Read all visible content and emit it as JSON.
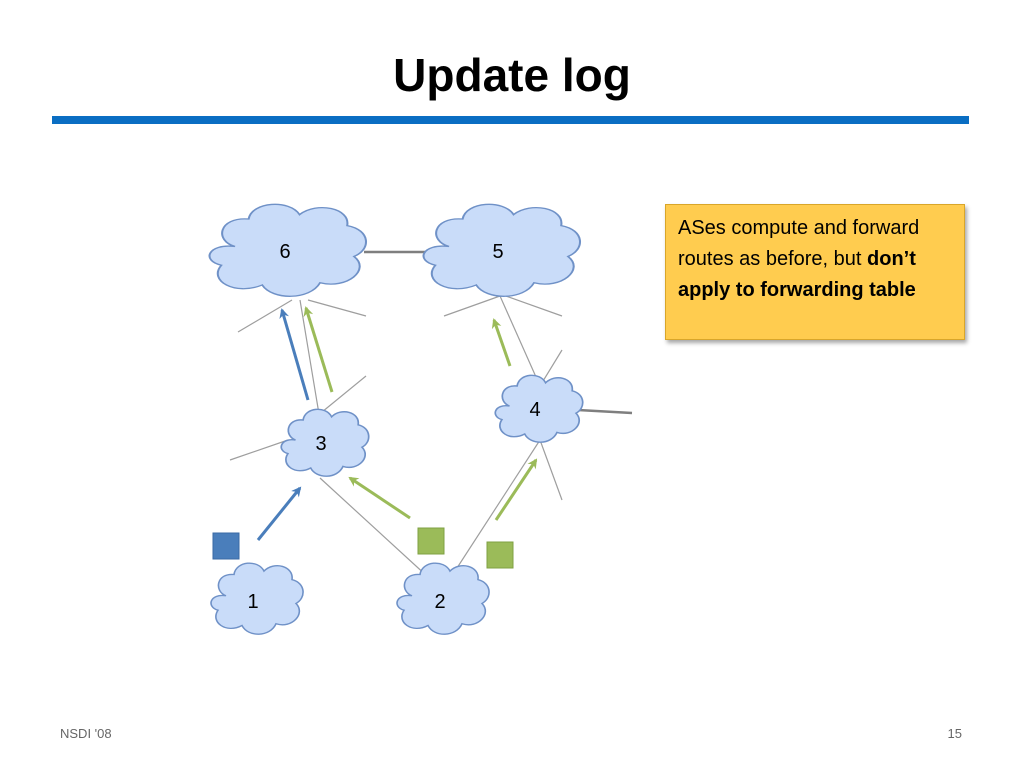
{
  "title": "Update log",
  "colors": {
    "rule": "#0a6ec3",
    "cloud_fill": "#c9dcf9",
    "cloud_stroke": "#6f91c7",
    "blue_arrow": "#4a7ebb",
    "green_arrow": "#9bbb59",
    "callout_bg": "#ffcc4f"
  },
  "nodes": [
    {
      "id": "6",
      "label": "6"
    },
    {
      "id": "5",
      "label": "5"
    },
    {
      "id": "4",
      "label": "4"
    },
    {
      "id": "3",
      "label": "3"
    },
    {
      "id": "1",
      "label": "1"
    },
    {
      "id": "2",
      "label": "2"
    }
  ],
  "callout": {
    "text_plain": "ASes compute and forward routes as before, but ",
    "text_bold": "don’t apply to forwarding table"
  },
  "footer": {
    "left": "NSDI '08",
    "page_number": "15"
  }
}
